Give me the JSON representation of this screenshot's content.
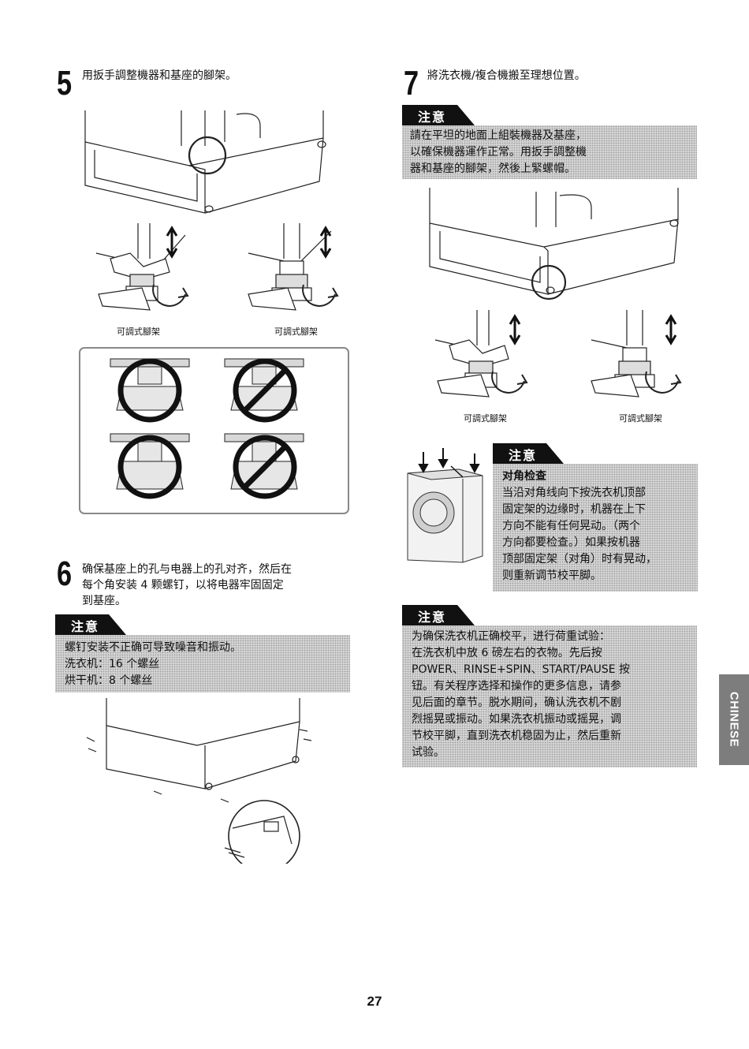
{
  "step5": {
    "number": "5",
    "text": "用扳手調整機器和基座的腳架。",
    "caption_left": "可調式腳架",
    "caption_right": "可調式腳架"
  },
  "step6": {
    "number": "6",
    "lines": [
      "确保基座上的孔与电器上的孔对齐，然后在",
      "每个角安装 4 颗螺钉，以将电器牢固固定",
      "到基座。"
    ],
    "notice_label": "注意",
    "notice_lines": [
      "螺钉安装不正确可导致噪音和振动。",
      "洗衣机：16 个螺丝",
      "烘干机：8 个螺丝"
    ]
  },
  "step7": {
    "number": "7",
    "text": "將洗衣機/複合機搬至理想位置。",
    "notice1_label": "注意",
    "notice1_lines": [
      "請在平坦的地面上組裝機器及基座，",
      "以確保機器運作正常。用扳手調整機",
      "器和基座的腳架，然後上緊螺帽。"
    ],
    "caption_left": "可調式腳架",
    "caption_right": "可調式腳架",
    "notice2_label": "注意",
    "notice2_title": "对角检查",
    "notice2_lines": [
      "当沿对角线向下按洗衣机顶部",
      "固定架的边缘时，机器在上下",
      "方向不能有任何晃动。（两个",
      "方向都要检查。）如果按机器",
      "顶部固定架（对角）时有晃动，",
      "则重新调节校平脚。"
    ],
    "notice3_label": "注意",
    "notice3_lines": [
      "为确保洗衣机正确校平，进行荷重试验：",
      "在洗衣机中放 6 磅左右的衣物。先后按",
      "POWER、RINSE+SPIN、START/PAUSE 按",
      "钮。有关程序选择和操作的更多信息，请参",
      "见后面的章节。脱水期间，确认洗衣机不剧",
      "烈摇晃或振动。如果洗衣机振动或摇晃，调",
      "节校平脚，直到洗衣机稳固为止，然后重新",
      "试验。"
    ]
  },
  "side_tab": "CHINESE",
  "page_number": "27"
}
